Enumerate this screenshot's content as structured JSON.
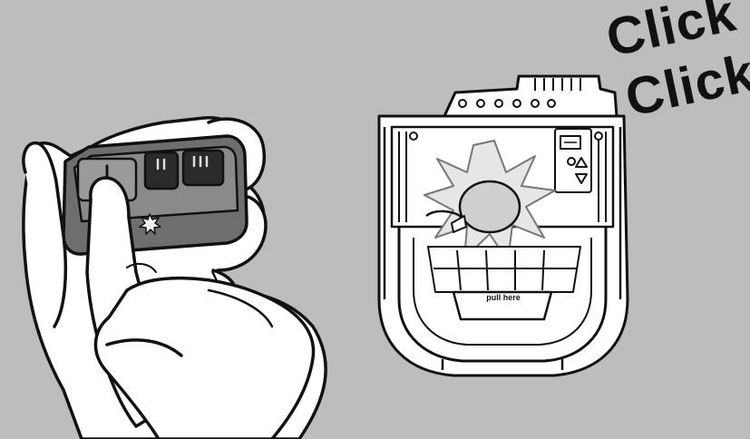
{
  "labels": {
    "click_1": "Click",
    "click_2": "Click",
    "pull_here": "pull here"
  },
  "remote": {
    "buttons": [
      {
        "icon": "one-bar-icon",
        "symbol": "I"
      },
      {
        "icon": "two-bar-icon",
        "symbol": "II"
      },
      {
        "icon": "three-bar-icon",
        "symbol": "III"
      }
    ],
    "led_active": true
  },
  "opener": {
    "light_on": true,
    "front_vents": 4,
    "learn_panel_symbols": [
      "up-arrow-icon",
      "down-arrow-icon",
      "circle-icon"
    ]
  },
  "colors": {
    "background": "#bdbdbd",
    "outline": "#111111",
    "remote_body": "#6e6e6e",
    "remote_face": "#8a8a8a",
    "skin": "#ffffff",
    "light_burst": "#e6e6e6",
    "bulb": "#cfcfcf"
  }
}
